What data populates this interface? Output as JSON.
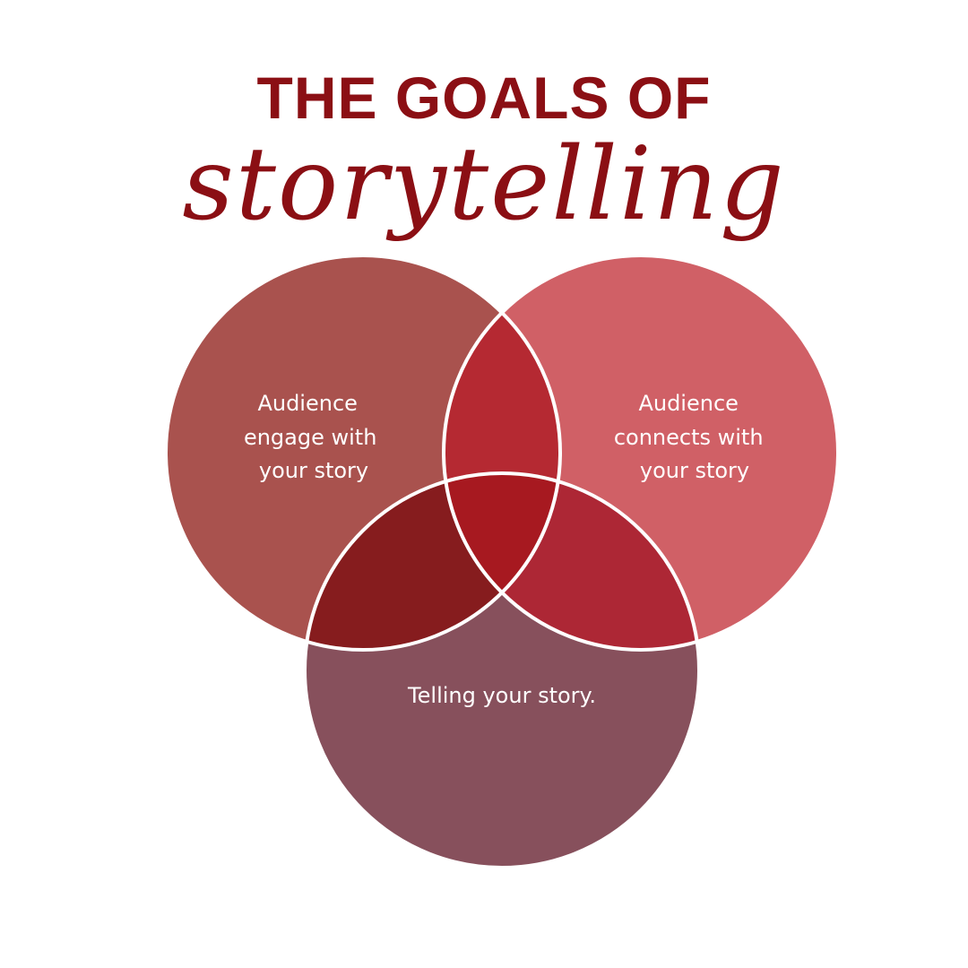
{
  "title": {
    "line1": "THE GOALS OF",
    "line2": "storytelling"
  },
  "colors": {
    "title": "#8b0f14",
    "circle_left": "#a9524e",
    "circle_right": "#d06066",
    "circle_bottom": "#87505c",
    "overlap_left_right": "#b52932",
    "overlap_left_bottom": "#861c1e",
    "overlap_right_bottom": "#ad2735",
    "overlap_center": "#a71920",
    "outline": "#ffffff"
  },
  "circles": {
    "left": {
      "label_lines": [
        "Audience",
        "engage with",
        "your story"
      ]
    },
    "right": {
      "label_lines": [
        "Audience",
        "connects with",
        "your story"
      ]
    },
    "bottom": {
      "label_lines": [
        "Telling your story."
      ]
    }
  }
}
